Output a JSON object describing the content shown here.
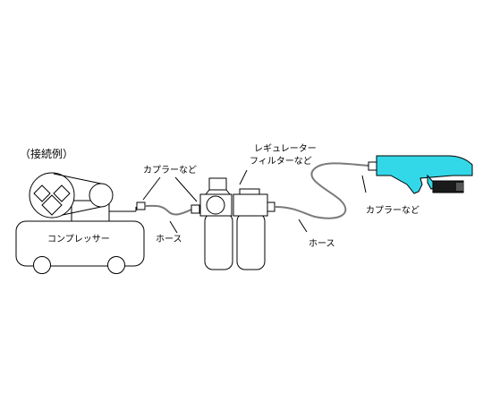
{
  "title": "（接続例）",
  "labels": {
    "compressor": "コンプレッサー",
    "coupler_left": "カプラーなど",
    "hose_left": "ホース",
    "regulator_line1": "レギュレーター",
    "regulator_line2": "フィルターなど",
    "hose_right": "ホース",
    "coupler_right": "カプラーなど"
  },
  "colors": {
    "gun_body": "#33d8e8",
    "gun_nozzle": "#1a1a1a",
    "hose": "#7a7a7a",
    "outline": "#000000"
  }
}
